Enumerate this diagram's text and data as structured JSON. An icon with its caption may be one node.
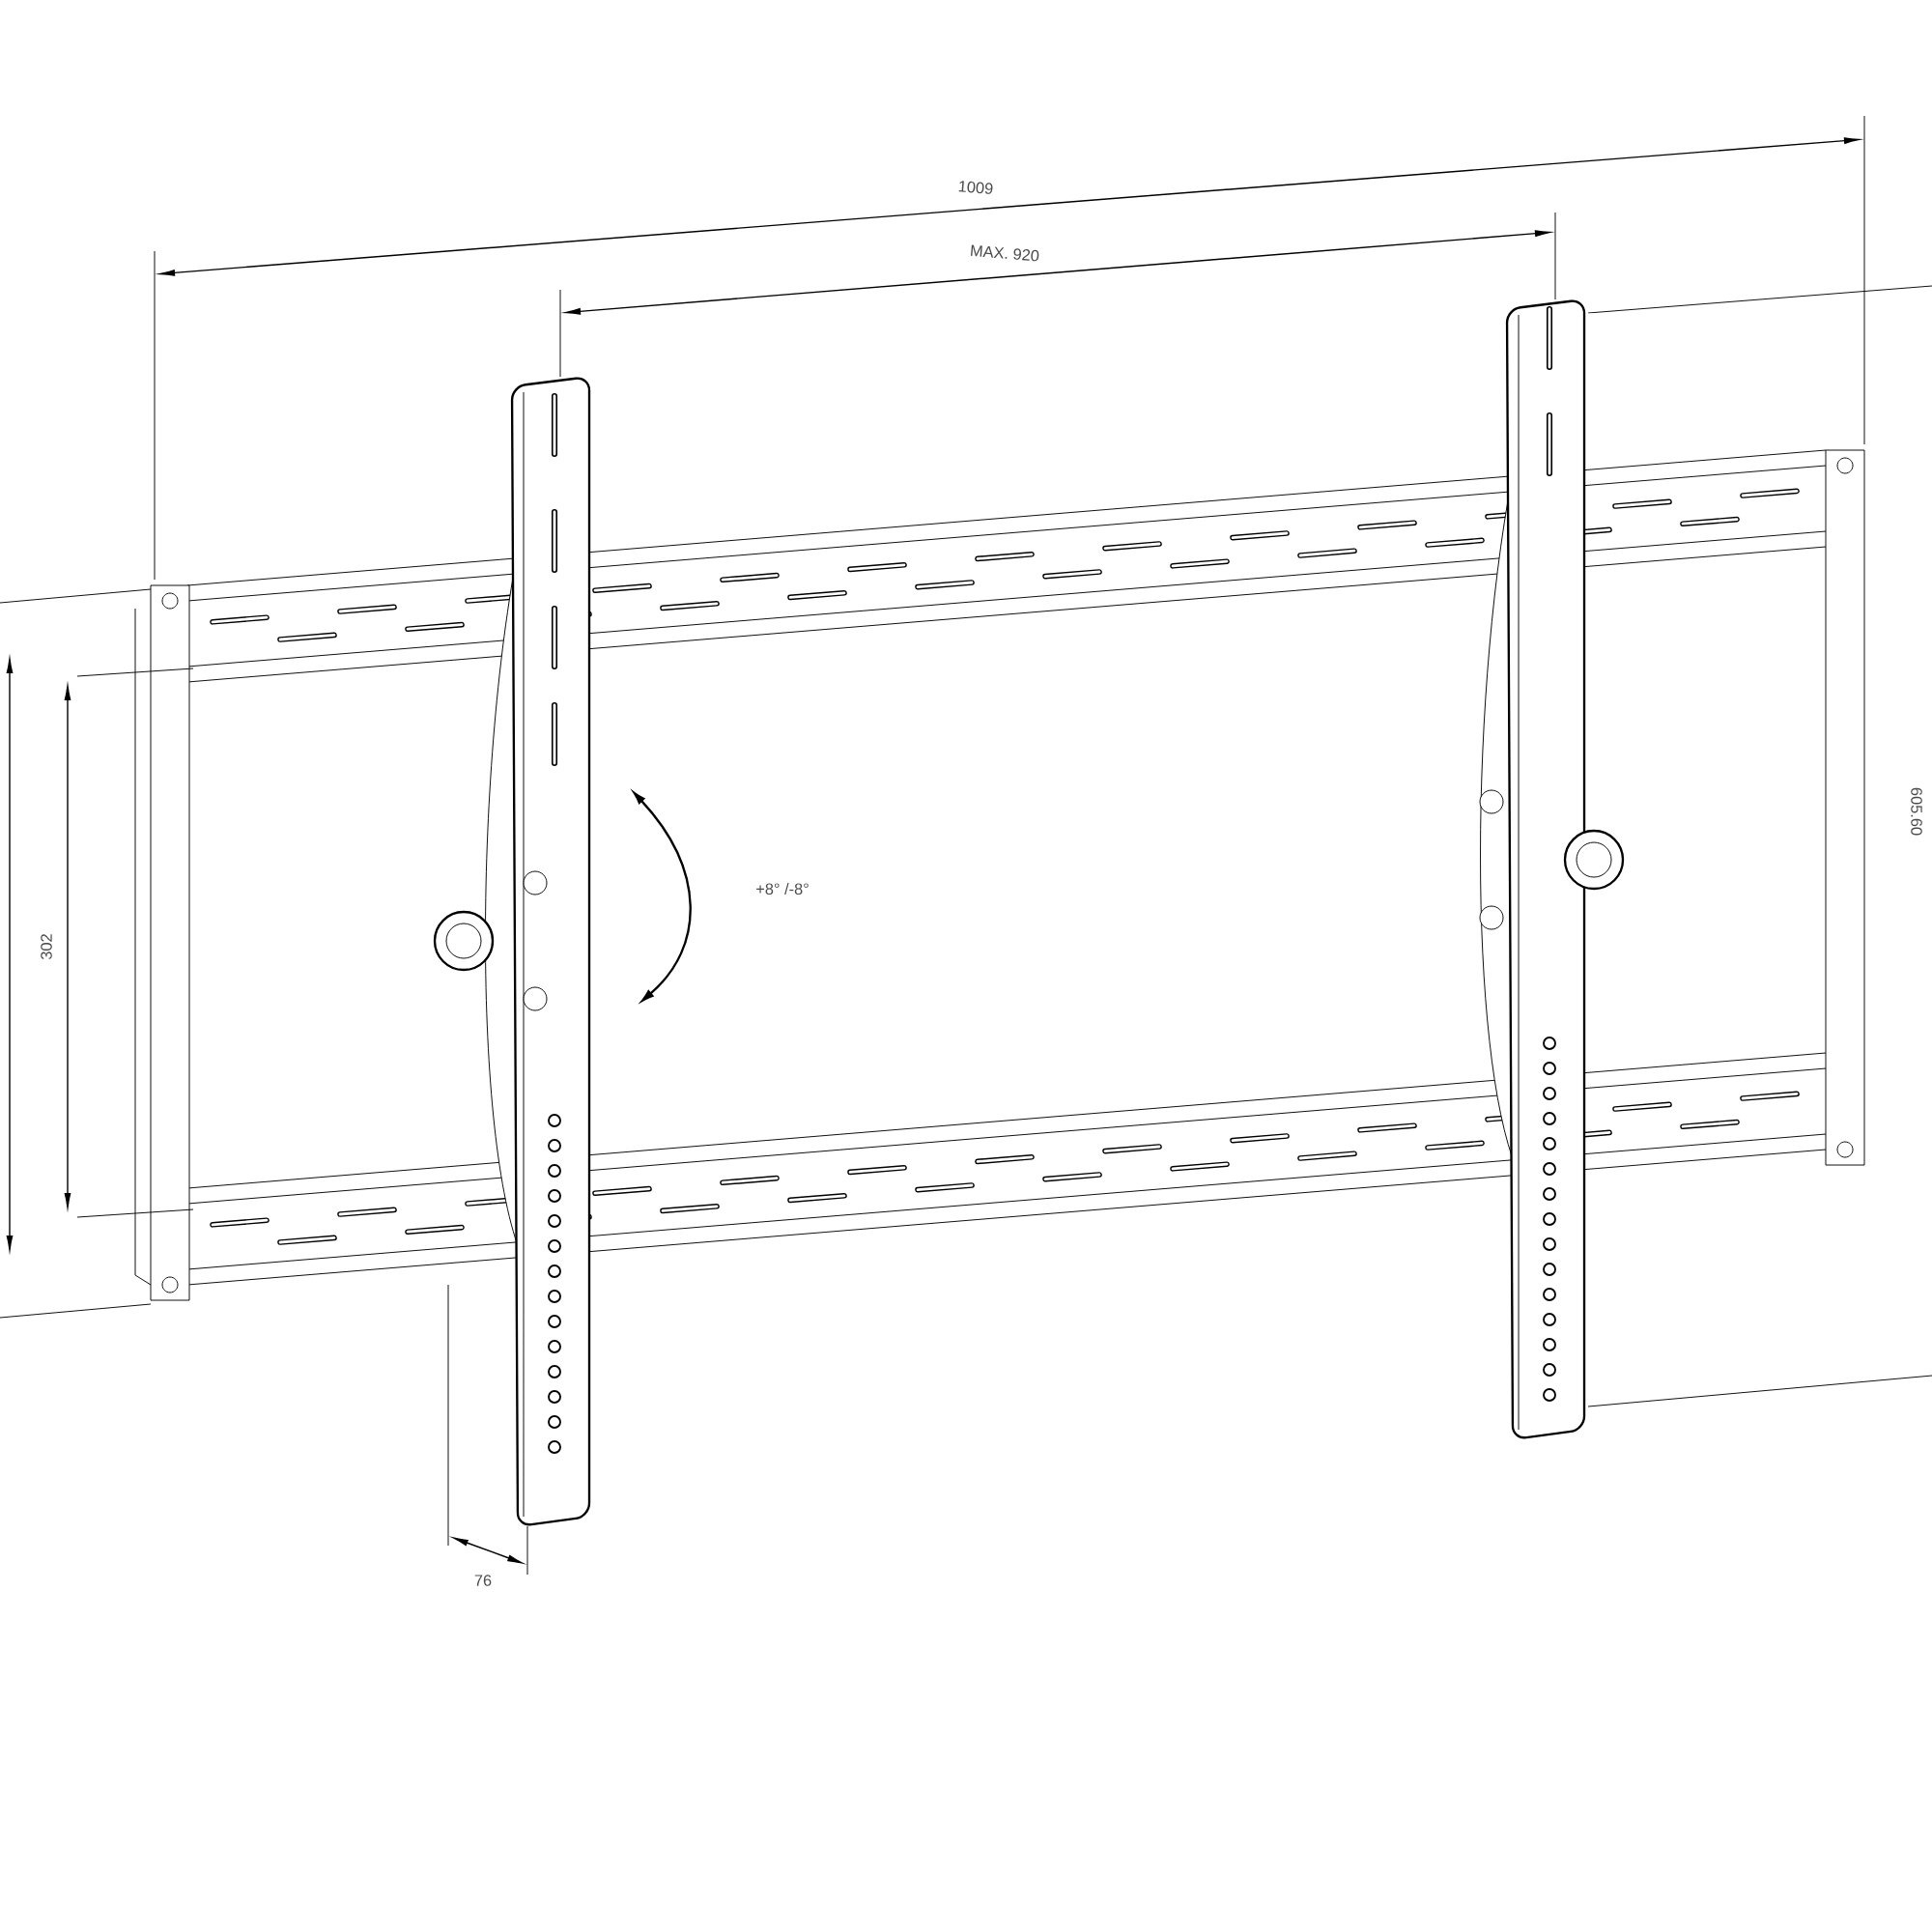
{
  "diagram": {
    "labels": [
      "1009",
      "MAX. 920",
      "302",
      "+8° /-8°",
      "605.60",
      "76"
    ]
  }
}
